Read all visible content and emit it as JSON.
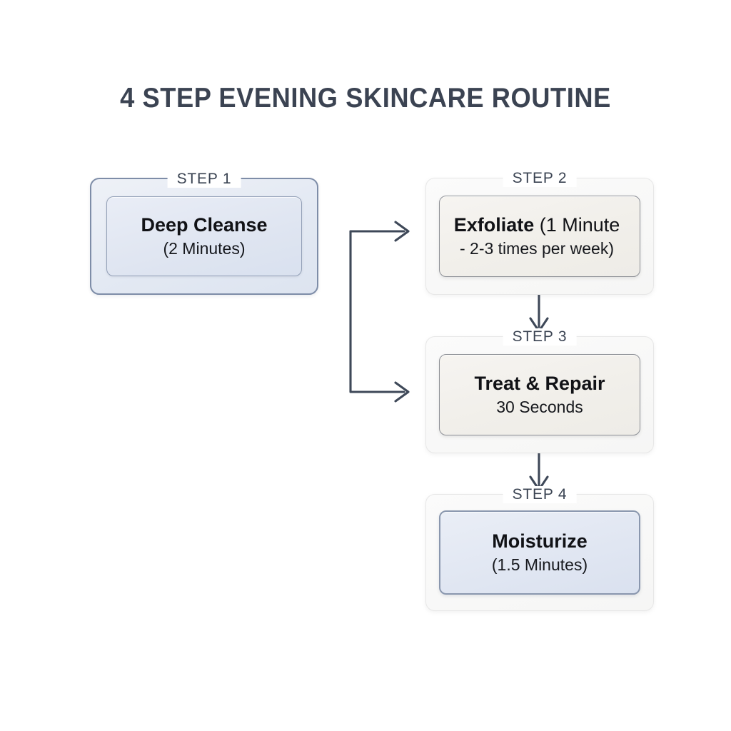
{
  "page": {
    "title": "4 STEP EVENING SKINCARE ROUTINE",
    "background_color": "#ffffff",
    "title_color": "#3b4352"
  },
  "diagram": {
    "type": "flowchart",
    "connector_color": "#3e4858",
    "steps": [
      {
        "id": "step-1",
        "legend": "STEP 1",
        "title": "Deep Cleanse",
        "title_suffix": "",
        "subtitle": "(2 Minutes)",
        "variant": "blue",
        "border_color": "#7e8da8",
        "fill_color": "#dfe5f0"
      },
      {
        "id": "step-2",
        "legend": "STEP 2",
        "title": "Exfoliate",
        "title_suffix": " (1 Minute",
        "subtitle": "- 2-3 times per week)",
        "variant": "soft",
        "border_color": "#8d9096",
        "fill_color": "#f1efea"
      },
      {
        "id": "step-3",
        "legend": "STEP 3",
        "title": "Treat & Repair",
        "title_suffix": "",
        "subtitle": "30 Seconds",
        "variant": "soft",
        "border_color": "#8d9096",
        "fill_color": "#f1efea"
      },
      {
        "id": "step-4",
        "legend": "STEP 4",
        "title": "Moisturize",
        "title_suffix": "",
        "subtitle": "(1.5 Minutes)",
        "variant": "soft-blue-inner",
        "border_color": "#8a97ae",
        "fill_color": "#e0e6f2"
      }
    ],
    "connectors": [
      {
        "id": "connector-step1-to-step2",
        "from": "step-1",
        "to": "step-2",
        "shape": "elbow-branch",
        "arrowhead": "open-v"
      },
      {
        "id": "connector-step1-to-step3",
        "from": "step-1",
        "to": "step-3",
        "shape": "elbow-branch",
        "arrowhead": "open-v"
      },
      {
        "id": "connector-step2-to-step3",
        "from": "step-2",
        "to": "step-3",
        "shape": "vertical",
        "arrowhead": "open-v"
      },
      {
        "id": "connector-step3-to-step4",
        "from": "step-3",
        "to": "step-4",
        "shape": "vertical",
        "arrowhead": "open-v"
      }
    ]
  }
}
